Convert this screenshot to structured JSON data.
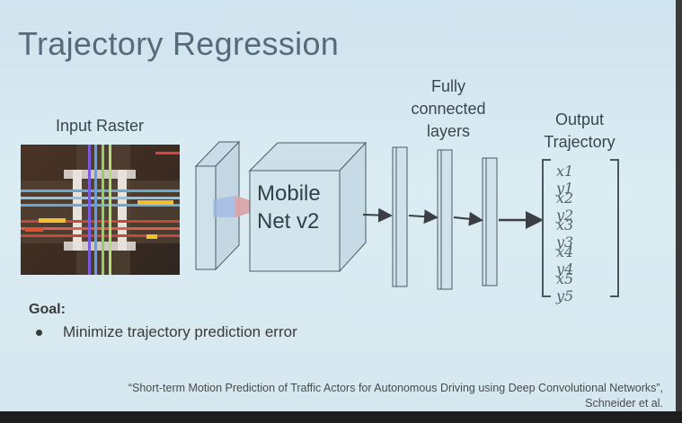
{
  "slide": {
    "title": "Trajectory Regression",
    "input_label": "Input Raster",
    "fc_label": "Fully\nconnected\nlayers",
    "output_label": "Output\nTrajectory",
    "mobilenet_label": "Mobile\nNet v2",
    "matrix": [
      [
        "x1",
        "y1"
      ],
      [
        "x2",
        "y2"
      ],
      [
        "x3",
        "y3"
      ],
      [
        "x4",
        "y4"
      ],
      [
        "x5",
        "y5"
      ]
    ],
    "goal_title": "Goal:",
    "goal_item": "Minimize trajectory prediction error",
    "citation_line1": "“Short-term Motion Prediction of Traffic Actors for Autonomous Driving using Deep Convolutional Networks”,",
    "citation_line2": "Schneider et al."
  },
  "colors": {
    "background": "#d6e8ef",
    "title": "#556a7a",
    "outline": "#4e5a66",
    "arrow": "#3b3f44"
  }
}
